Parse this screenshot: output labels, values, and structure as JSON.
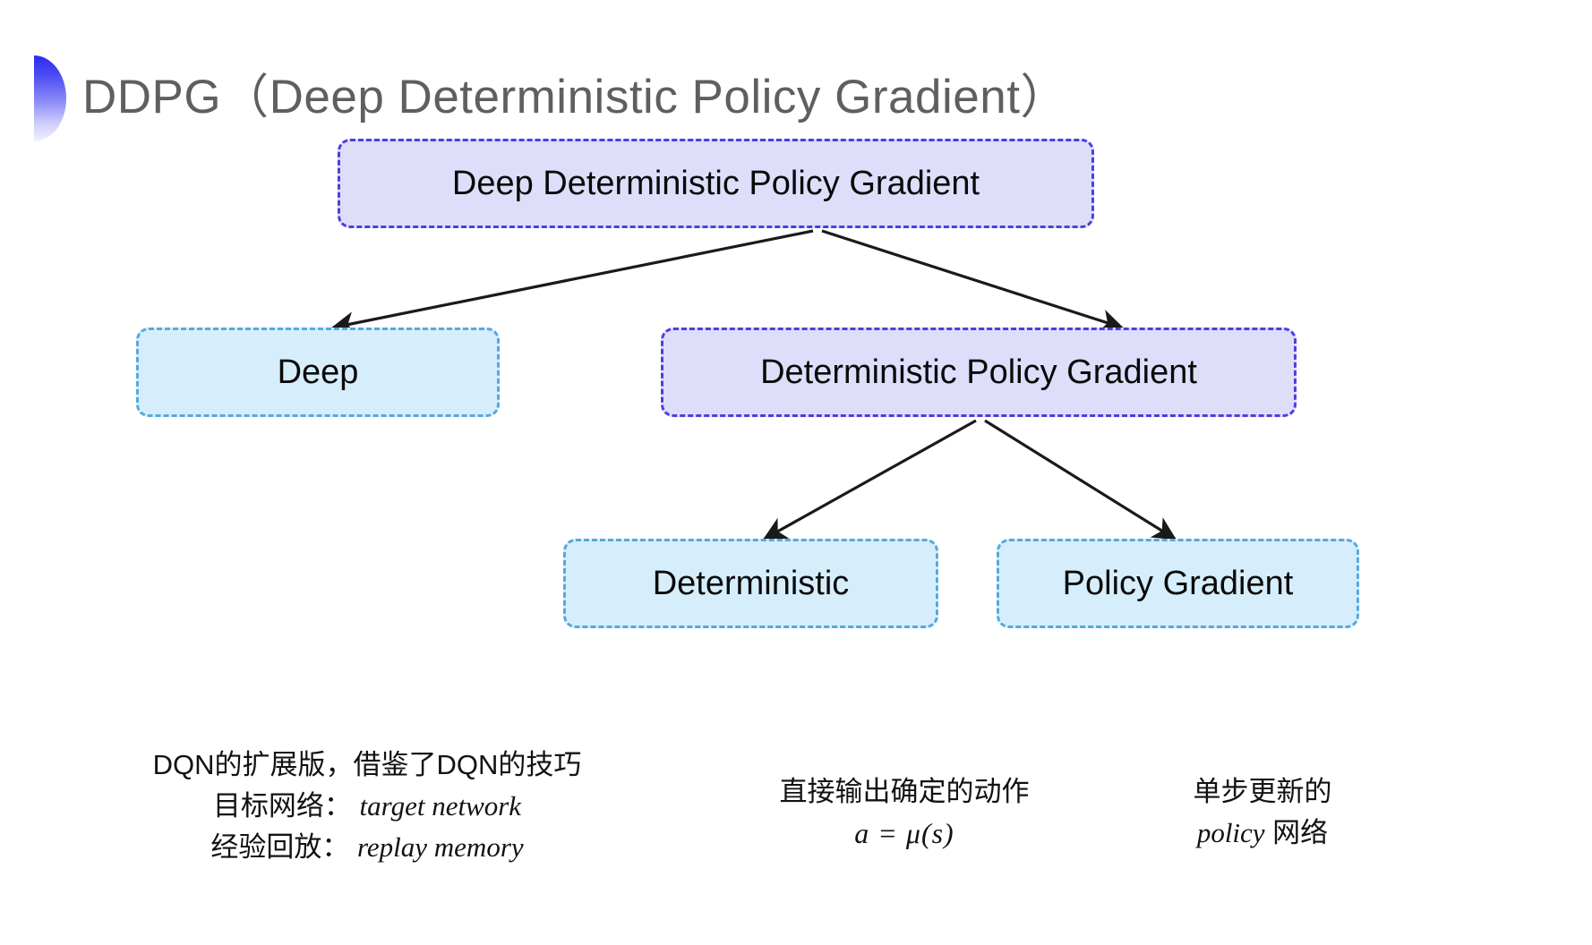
{
  "slide": {
    "title": "DDPG（Deep Deterministic Policy Gradient）",
    "background_color": "#ffffff",
    "title_color": "#5f5f5f",
    "decoration": "half-circle-gradient"
  },
  "palette": {
    "purple_fill": "#dedefb",
    "purple_border": "#4b3fe0",
    "cyan_fill": "#d6eefb",
    "cyan_border": "#56a9de",
    "arrow_color": "#1a1a1a",
    "accent_blue": "#2b2bef"
  },
  "diagram": {
    "type": "tree",
    "nodes": [
      {
        "id": "root",
        "label": "Deep Deterministic Policy Gradient",
        "style": "purple",
        "level": 0
      },
      {
        "id": "deep",
        "label": "Deep",
        "style": "cyan",
        "level": 1
      },
      {
        "id": "dpg",
        "label": "Deterministic Policy Gradient",
        "style": "purple",
        "level": 1
      },
      {
        "id": "det",
        "label": "Deterministic",
        "style": "cyan",
        "level": 2
      },
      {
        "id": "pg",
        "label": "Policy Gradient",
        "style": "cyan",
        "level": 2
      }
    ],
    "edges": [
      {
        "from": "root",
        "to": "deep"
      },
      {
        "from": "root",
        "to": "dpg"
      },
      {
        "from": "dpg",
        "to": "det"
      },
      {
        "from": "dpg",
        "to": "pg"
      }
    ]
  },
  "captions": {
    "deep": {
      "line1": "DQN的扩展版，借鉴了DQN的技巧",
      "line2_label": "目标网络：",
      "line2_term": "target network",
      "line3_label": "经验回放：",
      "line3_term": "replay memory"
    },
    "deterministic": {
      "line1": "直接输出确定的动作",
      "formula": "a = μ(s)"
    },
    "policy_gradient": {
      "line1": "单步更新的",
      "line2_term": "policy",
      "line2_suffix": " 网络"
    }
  }
}
